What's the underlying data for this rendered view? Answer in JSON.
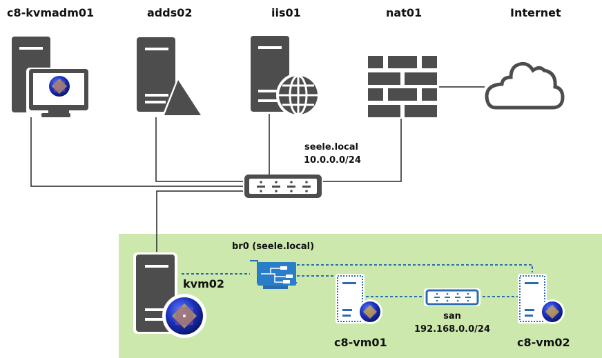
{
  "nodes": {
    "kvmadm": {
      "label": "c8-kvmadm01",
      "icon": "admin-workstation-centos-icon"
    },
    "adds": {
      "label": "adds02",
      "icon": "directory-server-icon"
    },
    "iis": {
      "label": "iis01",
      "icon": "web-server-icon"
    },
    "nat": {
      "label": "nat01",
      "icon": "firewall-icon"
    },
    "internet": {
      "label": "Internet",
      "icon": "cloud-icon"
    },
    "kvm": {
      "label": "kvm02",
      "icon": "hypervisor-centos-icon"
    },
    "vm1": {
      "label": "c8-vm01",
      "icon": "virtual-server-centos-icon"
    },
    "vm2": {
      "label": "c8-vm02",
      "icon": "virtual-server-centos-icon"
    }
  },
  "networks": {
    "lan": {
      "name": "seele.local",
      "subnet": "10.0.0.0/24"
    },
    "bridge": {
      "label": "br0 (seele.local)"
    },
    "san": {
      "name": "san",
      "subnet": "192.168.0.0/24"
    }
  },
  "colors": {
    "icon_gray": "#4d4d4d",
    "vlan_area": "#cce8ac",
    "virtual_blue": "#2a6cb0"
  }
}
